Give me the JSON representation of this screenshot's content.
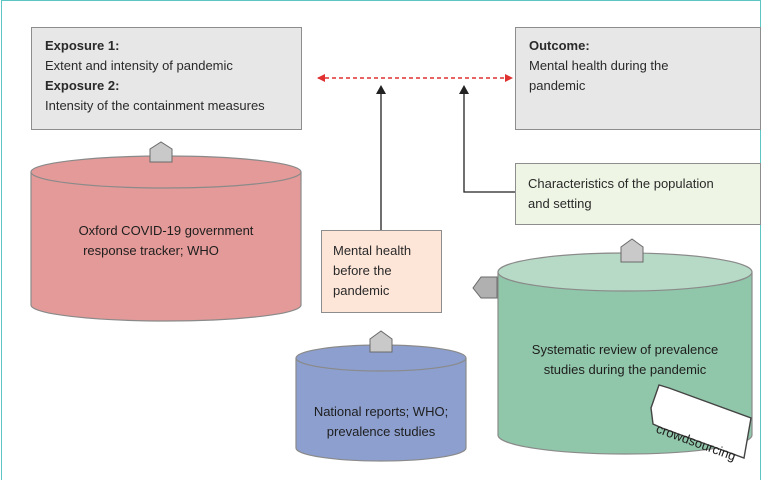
{
  "exposure": {
    "title1": "Exposure 1:",
    "text1": "Extent and intensity of pandemic",
    "title2": "Exposure 2:",
    "text2": "Intensity of the containment measures"
  },
  "outcome": {
    "title": "Outcome:",
    "line1": "Mental health during the",
    "line2": "pandemic"
  },
  "characteristics": {
    "line1": "Characteristics of the population",
    "line2": "and setting"
  },
  "mental_before": {
    "line1": "Mental health",
    "line2": "before the",
    "line3": "pandemic"
  },
  "cyl_oxford": {
    "line1": "Oxford COVID-19 government",
    "line2": "response tracker; WHO"
  },
  "cyl_national": {
    "line1": "National reports; WHO;",
    "line2": "prevalence studies"
  },
  "cyl_systematic": {
    "line1": "Systematic review of prevalence",
    "line2": "studies during the pandemic"
  },
  "crowdsourcing": "crowdsourcing",
  "colors": {
    "frame": "#5cc6c4",
    "grey_box": "#e7e7e7",
    "red_cyl": "#e39a98",
    "blue_cyl": "#8c9fcf",
    "green_cyl": "#90c6a9",
    "green_box": "#eef5e5",
    "peach_box": "#fde5d8",
    "dashed_arrow": "#e03030"
  }
}
